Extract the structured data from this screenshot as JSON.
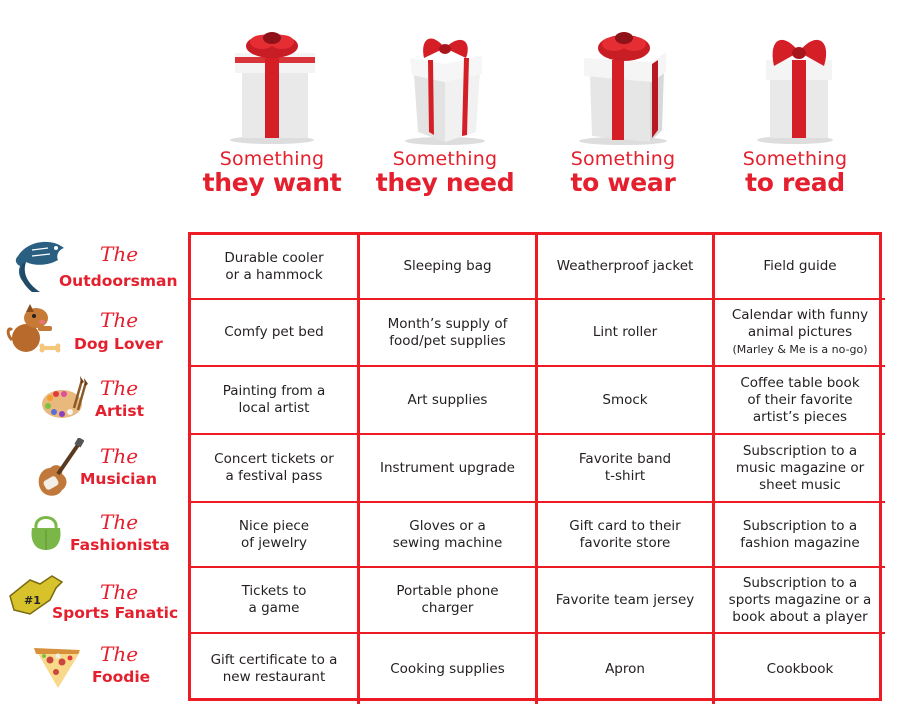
{
  "columns": [
    {
      "sub": "Something",
      "main": "they want",
      "icon": "gift-box-round-bow-icon"
    },
    {
      "sub": "Something",
      "main": "they need",
      "icon": "gift-box-bow-tie-icon"
    },
    {
      "sub": "Something",
      "main": "to wear",
      "icon": "gift-box-round-bow-icon"
    },
    {
      "sub": "Something",
      "main": "to read",
      "icon": "gift-box-bow-tie-icon"
    }
  ],
  "rows": [
    {
      "the": "The",
      "name": "Outdoorsman",
      "icon": "fish-icon",
      "cells": [
        "Durable cooler\nor a hammock",
        "Sleeping bag",
        "Weatherproof jacket",
        "Field guide"
      ]
    },
    {
      "the": "The",
      "name": "Dog Lover",
      "icon": "dog-icon",
      "cells": [
        "Comfy pet bed",
        "Month’s supply of\nfood/pet supplies",
        "Lint roller",
        "Calendar with funny\nanimal pictures"
      ],
      "note": "(Marley & Me is a no-go)"
    },
    {
      "the": "The",
      "name": "Artist",
      "icon": "paint-palette-icon",
      "cells": [
        "Painting from a\nlocal artist",
        "Art supplies",
        "Smock",
        "Coffee table book\nof their favorite\nartist’s pieces"
      ]
    },
    {
      "the": "The",
      "name": "Musician",
      "icon": "electric-guitar-icon",
      "cells": [
        "Concert tickets or\na festival pass",
        "Instrument upgrade",
        "Favorite band\nt-shirt",
        "Subscription to a\nmusic magazine or\nsheet music"
      ]
    },
    {
      "the": "The",
      "name": "Fashionista",
      "icon": "handbag-icon",
      "cells": [
        "Nice piece\nof jewelry",
        "Gloves or a\nsewing machine",
        "Gift card to their\nfavorite store",
        "Subscription to a\nfashion magazine"
      ]
    },
    {
      "the": "The",
      "name": "Sports Fanatic",
      "icon": "foam-finger-icon",
      "cells": [
        "Tickets to\na game",
        "Portable phone\ncharger",
        "Favorite team jersey",
        "Subscription to a\nsports magazine or a\nbook about a player"
      ]
    },
    {
      "the": "The",
      "name": "Foodie",
      "icon": "pizza-slice-icon",
      "cells": [
        "Gift certificate to a\nnew restaurant",
        "Cooking supplies",
        "Apron",
        "Cookbook"
      ]
    }
  ],
  "colors": {
    "accent": "#e4202e",
    "grid": "#ed1c24",
    "text": "#231f20"
  }
}
